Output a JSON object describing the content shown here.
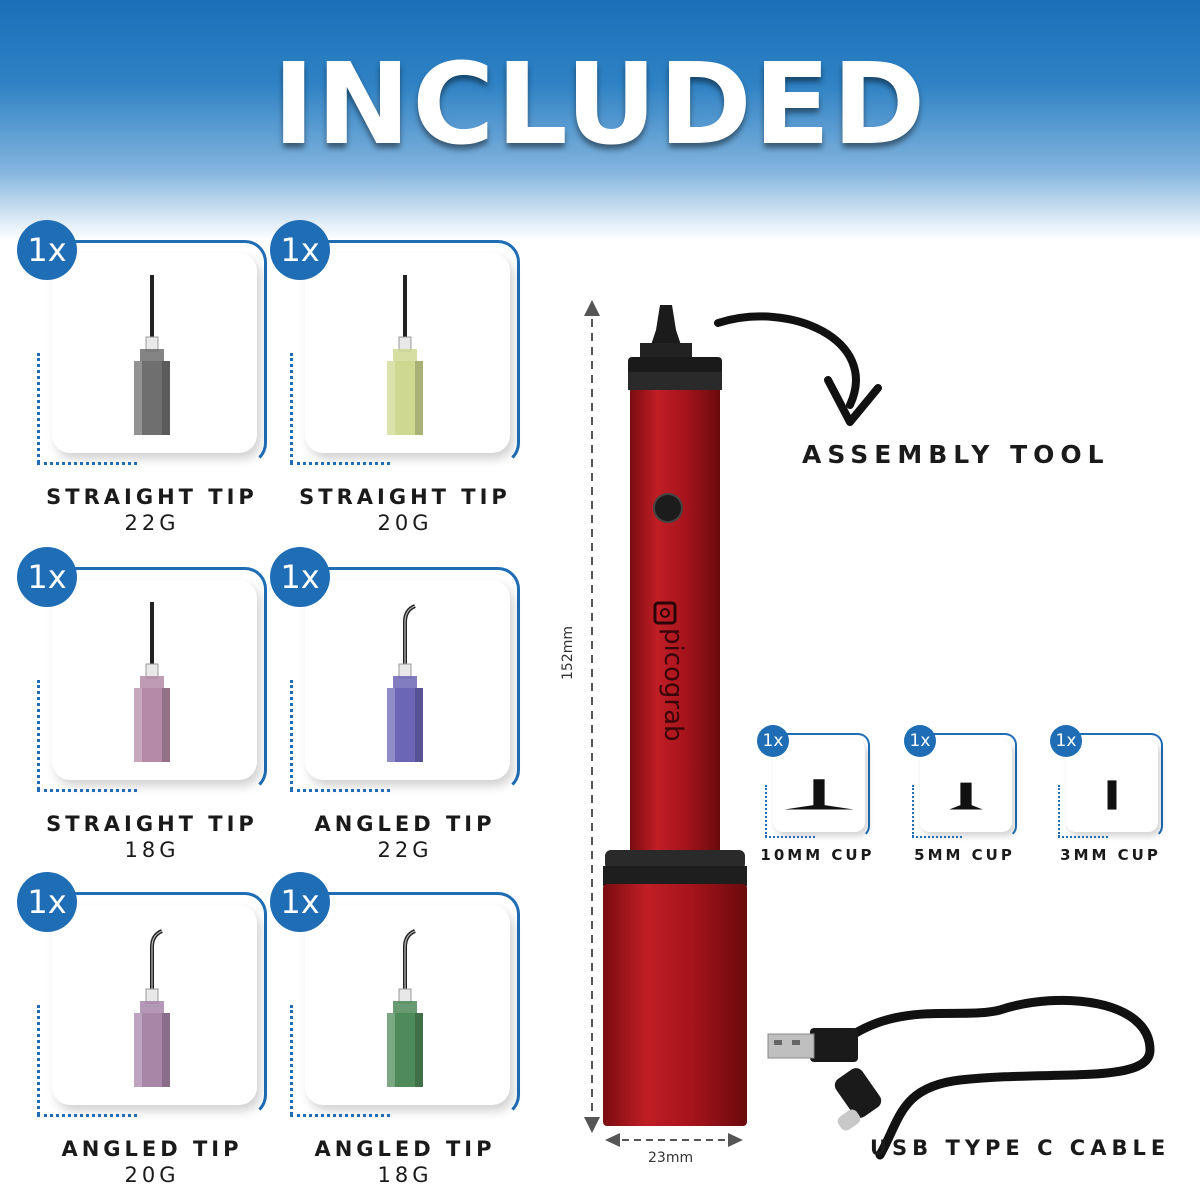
{
  "header": {
    "title": "INCLUDED"
  },
  "tips": [
    {
      "qty": "1x",
      "name": "STRAIGHT TIP",
      "gauge": "22G",
      "hub_color": "#6f6f6f",
      "shape": "straight"
    },
    {
      "qty": "1x",
      "name": "STRAIGHT TIP",
      "gauge": "20G",
      "hub_color": "#cfd891",
      "shape": "straight"
    },
    {
      "qty": "1x",
      "name": "STRAIGHT TIP",
      "gauge": "18G",
      "hub_color": "#b48aa8",
      "shape": "straight"
    },
    {
      "qty": "1x",
      "name": "ANGLED TIP",
      "gauge": "22G",
      "hub_color": "#6b66b5",
      "shape": "angled"
    },
    {
      "qty": "1x",
      "name": "ANGLED TIP",
      "gauge": "20G",
      "hub_color": "#a886a8",
      "shape": "angled"
    },
    {
      "qty": "1x",
      "name": "ANGLED TIP",
      "gauge": "18G",
      "hub_color": "#4f8a5a",
      "shape": "angled"
    }
  ],
  "cups": [
    {
      "qty": "1x",
      "label": "10MM CUP"
    },
    {
      "qty": "1x",
      "label": "5MM CUP"
    },
    {
      "qty": "1x",
      "label": "3MM CUP"
    }
  ],
  "tool": {
    "label": "ASSEMBLY TOOL",
    "brand": "picograb",
    "length": "152mm",
    "diameter": "23mm",
    "body_color": "#a8141c"
  },
  "cable": {
    "label": "USB TYPE C CABLE"
  }
}
